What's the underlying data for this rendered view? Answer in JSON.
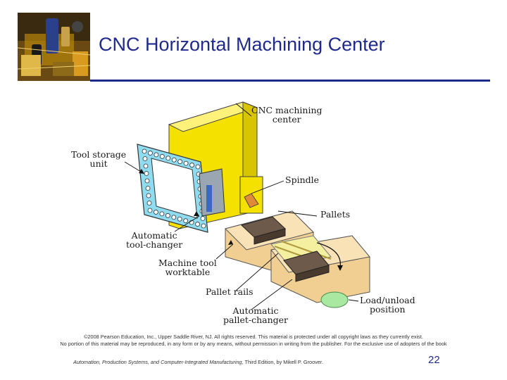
{
  "title": "CNC Horizontal Machining Center",
  "diagram": {
    "labels": {
      "cnc_center": "CNC machining\ncenter",
      "tool_storage": "Tool storage\nunit",
      "spindle": "Spindle",
      "pallets": "Pallets",
      "tool_changer": "Automatic\ntool-changer",
      "worktable": "Machine tool\nworktable",
      "pallet_rails": "Pallet rails",
      "pallet_changer": "Automatic\npallet-changer",
      "load_unload": "Load/unload\nposition"
    }
  },
  "footer": {
    "copyright_line1": "©2008 Pearson Education, Inc., Upper Saddle River, NJ. All rights reserved. This material is protected under all copyright laws as they currently exist.",
    "copyright_line2": "No portion of this material may be reproduced, in any form or by any means, without permission in writing from the publisher. For the exclusive use of adopters of the book",
    "book_title": "Automation, Production Systems, and Computer-Integrated Manufacturing,",
    "book_rest": " Third Edition, by Mikell P. Groover.",
    "page_number": "22"
  },
  "colors": {
    "title": "#1f2a8c",
    "machine_yellow": "#f5e100",
    "tool_storage_blue": "#8fdcf0",
    "worktable_tan": "#f1cf93",
    "pallet_brown": "#6e5a4a",
    "load_green": "#a8e8a0"
  }
}
